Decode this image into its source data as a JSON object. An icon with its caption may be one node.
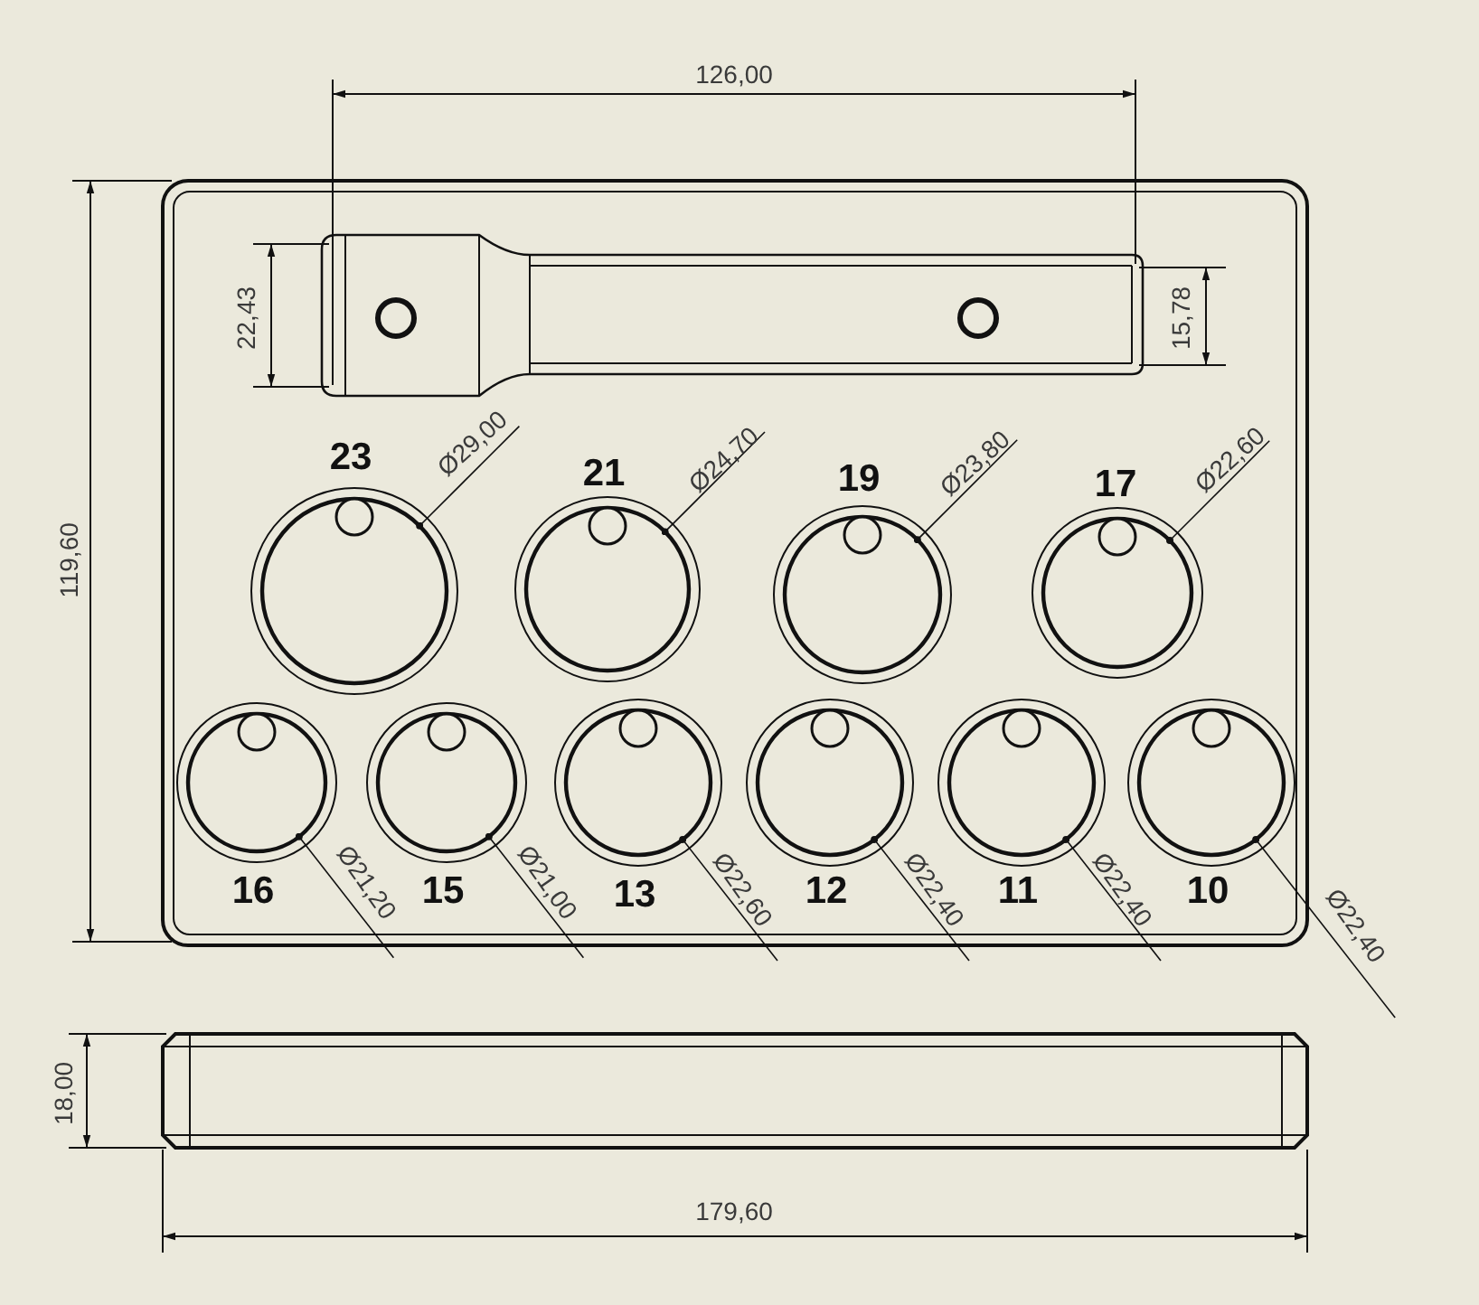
{
  "diagram": {
    "labels": [
      "126,00",
      "22,43",
      "15,78",
      "119,60",
      "23",
      "Ø29,00",
      "21",
      "Ø24,70",
      "19",
      "Ø23,80",
      "17",
      "Ø22,60",
      "16",
      "Ø21,20",
      "15",
      "Ø21,00",
      "13",
      "Ø22,60",
      "12",
      "Ø22,40",
      "11",
      "Ø22,40",
      "10",
      "Ø22,40",
      "18,00",
      "179,60"
    ]
  }
}
